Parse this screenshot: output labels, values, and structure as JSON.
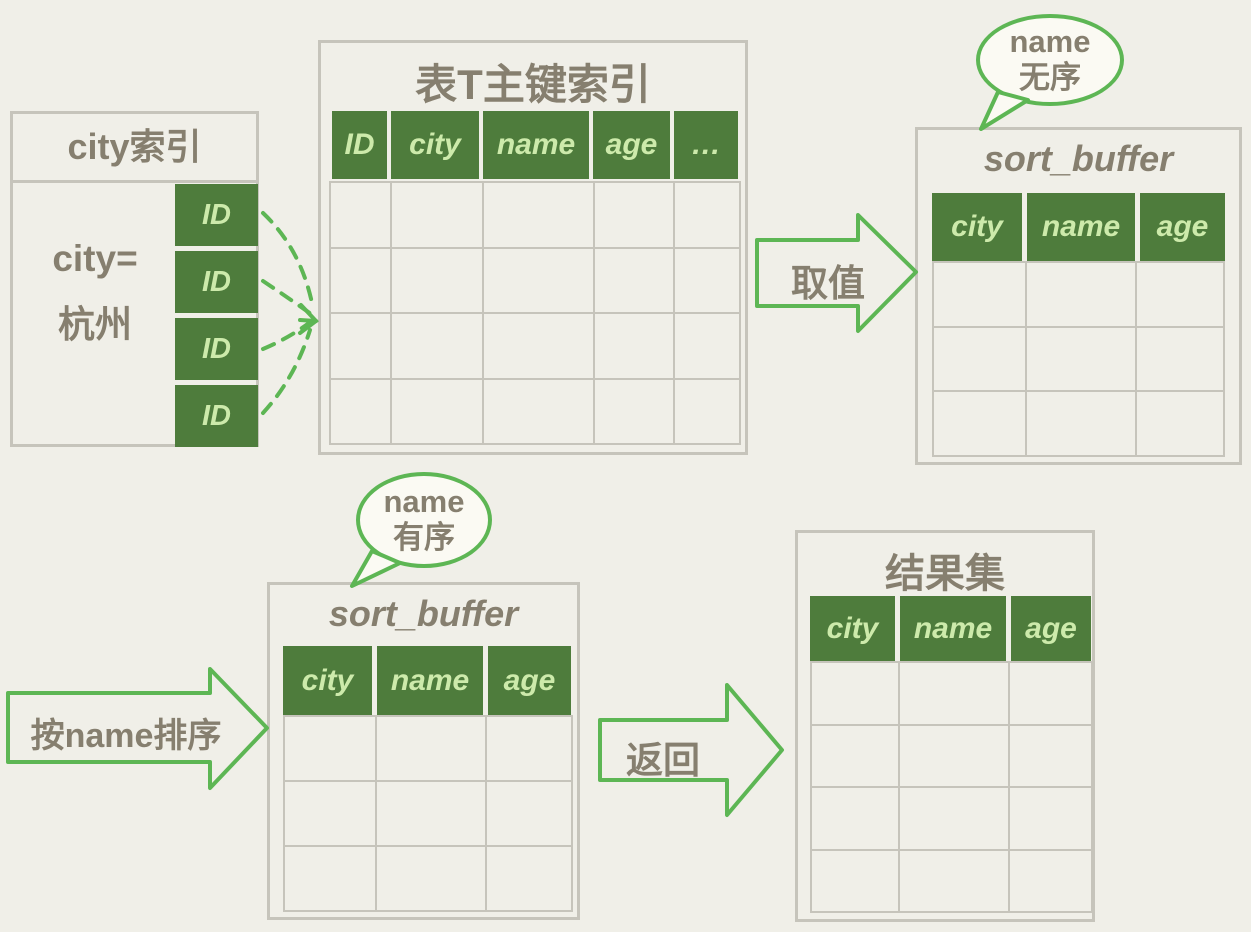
{
  "colors": {
    "background": "#f0efe8",
    "table_border": "#c6c4bb",
    "header_green": "#4e7c3c",
    "header_text_green": "#cdeaab",
    "label_gray": "#867f6f",
    "arrow_green": "#5db654"
  },
  "city_index": {
    "title": "city索引",
    "condition_line1": "city=",
    "condition_line2": "杭州",
    "id_cells": [
      "ID",
      "ID",
      "ID",
      "ID"
    ]
  },
  "primary_key_table": {
    "title": "表T主键索引",
    "columns": [
      "ID",
      "city",
      "name",
      "age",
      "…"
    ],
    "empty_rows": 4
  },
  "sort_buffer_top": {
    "title": "sort_buffer",
    "columns": [
      "city",
      "name",
      "age"
    ],
    "empty_rows": 3,
    "bubble": {
      "line1": "name",
      "line2": "无序"
    }
  },
  "sort_buffer_bottom": {
    "title": "sort_buffer",
    "columns": [
      "city",
      "name",
      "age"
    ],
    "empty_rows": 3,
    "bubble": {
      "line1": "name",
      "line2": "有序"
    }
  },
  "result_set": {
    "title": "结果集",
    "columns": [
      "city",
      "name",
      "age"
    ],
    "empty_rows": 4
  },
  "arrows": {
    "fetch_label": "取值",
    "sort_label": "按name排序",
    "return_label": "返回"
  }
}
